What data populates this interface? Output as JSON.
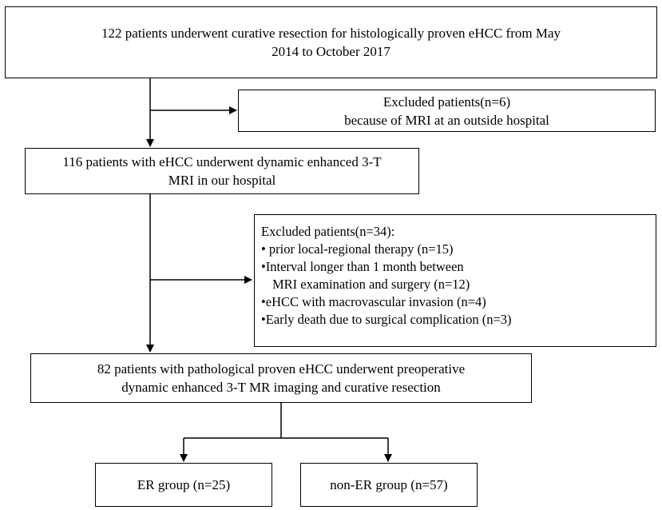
{
  "boxes": {
    "initial": {
      "line1": "122 patients underwent curative resection for histologically proven eHCC from May",
      "line2": "2014 to October 2017"
    },
    "excluded1": {
      "line1": "Excluded patients(n=6)",
      "line2": "because of MRI at an outside hospital"
    },
    "mri": {
      "line1": "116 patients with eHCC underwent dynamic enhanced 3-T",
      "line2": "MRI in our hospital"
    },
    "excluded2": {
      "title": "Excluded patients(n=34):",
      "items": [
        "• prior local-regional therapy (n=15)",
        "•Interval longer than 1 month between",
        "MRI examination and surgery (n=12)",
        "•eHCC with macrovascular invasion (n=4)",
        "•Early death due to surgical complication (n=3)"
      ]
    },
    "final": {
      "line1": "82 patients with pathological proven eHCC underwent preoperative",
      "line2": "dynamic enhanced 3-T MR imaging and curative resection"
    },
    "er": {
      "label": "ER group (n=25)"
    },
    "non_er": {
      "label": "non-ER group (n=57)"
    }
  }
}
